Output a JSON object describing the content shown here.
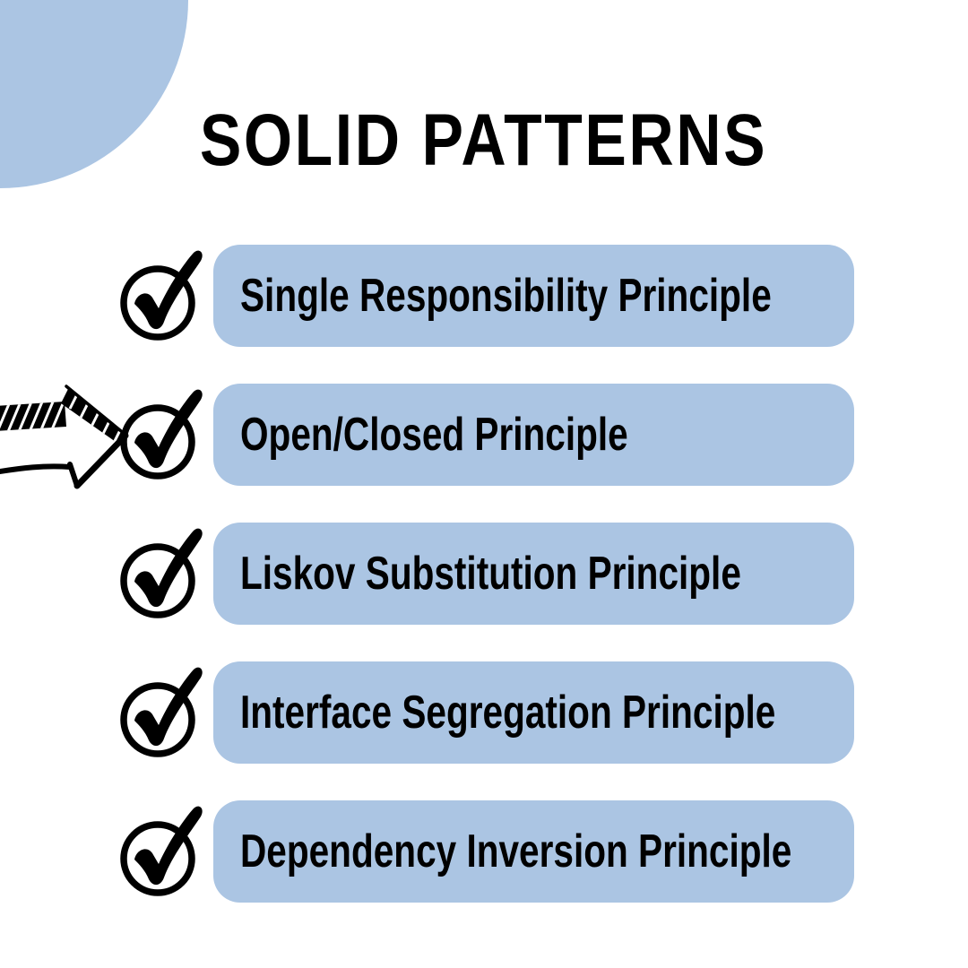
{
  "title": "SOLID PATTERNS",
  "colors": {
    "accent_blue": "#abc5e3",
    "ink": "#000000",
    "background": "#ffffff"
  },
  "decorations": {
    "corner_blob": "quarter-circle-top-left",
    "arrow": "hand-drawn-arrow-pointing-right",
    "arrow_points_to": "Open/Closed Principle"
  },
  "principles": [
    {
      "label": "Single Responsibility Principle",
      "checked": true
    },
    {
      "label": "Open/Closed Principle",
      "checked": true,
      "pointed": true
    },
    {
      "label": "Liskov Substitution Principle",
      "checked": true
    },
    {
      "label": "Interface Segregation Principle",
      "checked": true
    },
    {
      "label": "Dependency Inversion Principle",
      "checked": true
    }
  ]
}
